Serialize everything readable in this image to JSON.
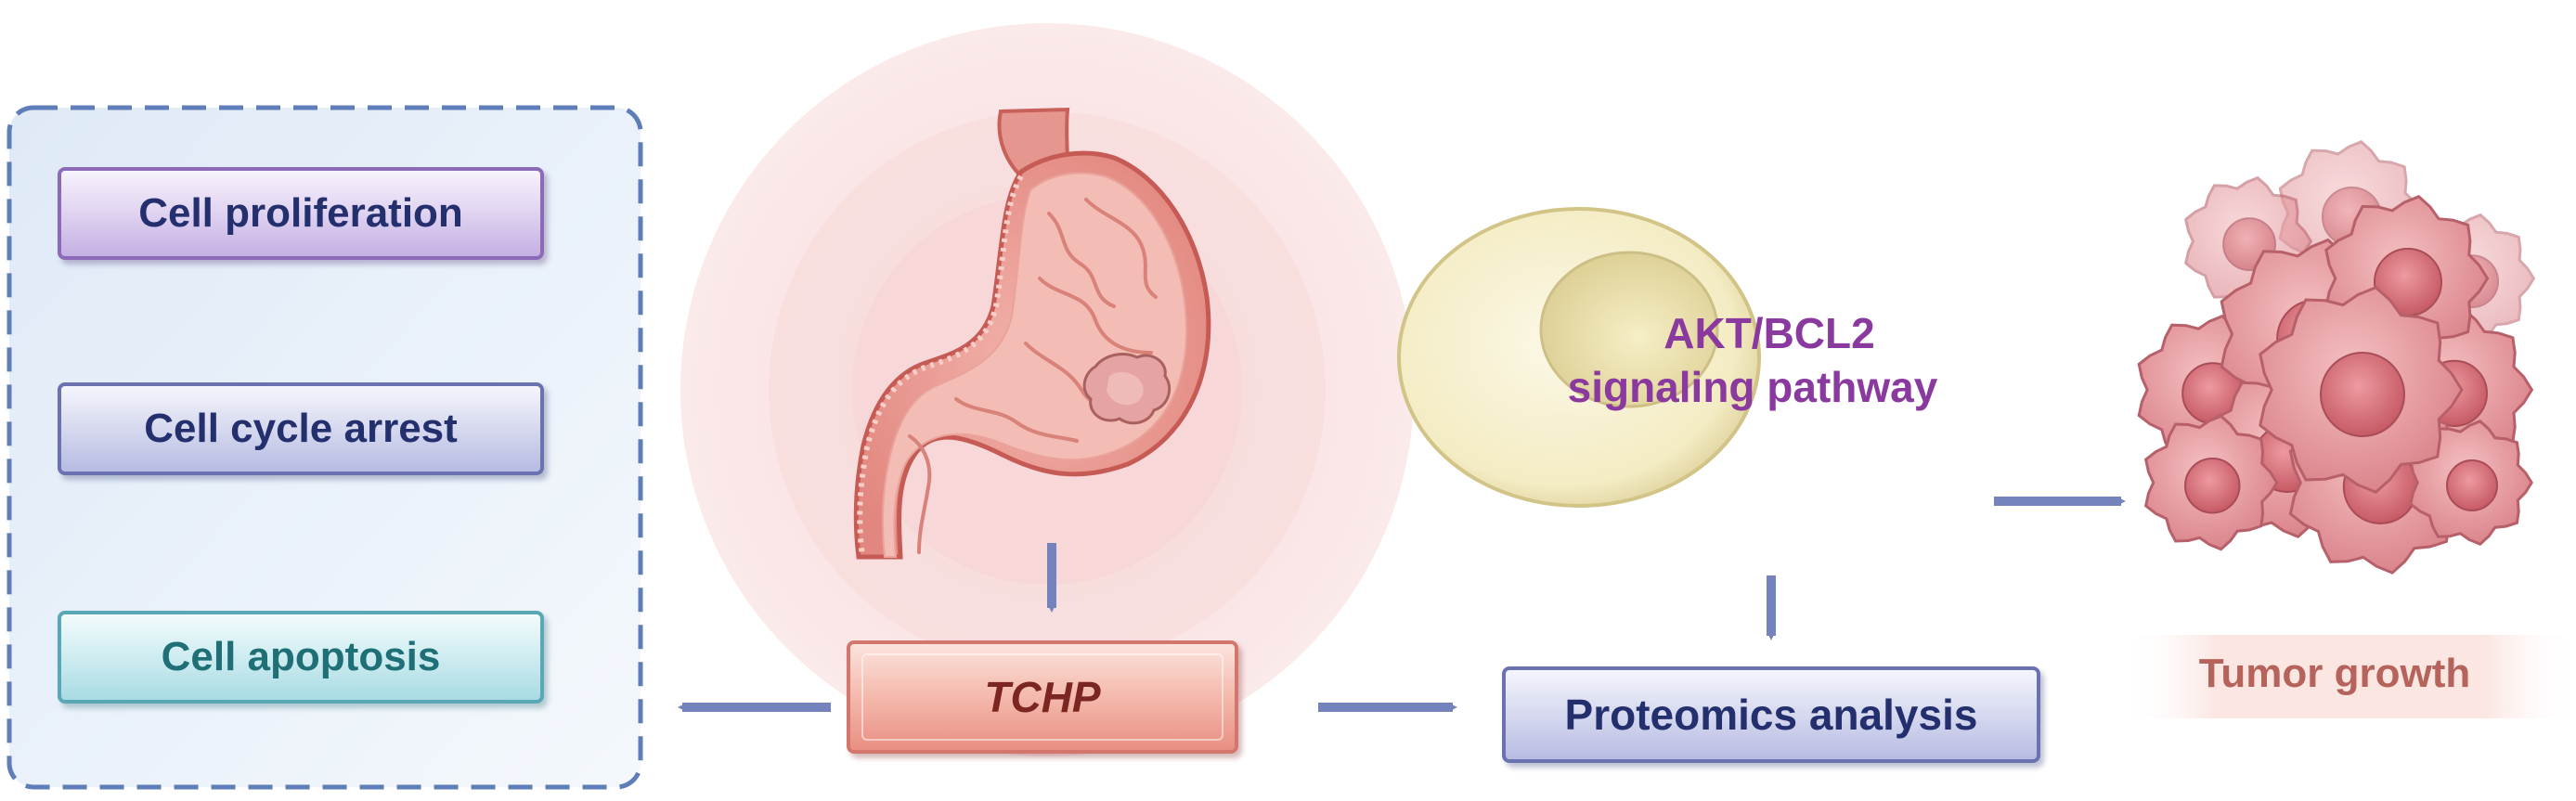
{
  "diagram": {
    "effects": {
      "items": [
        {
          "label": "Cell proliferation"
        },
        {
          "label": "Cell cycle arrest"
        },
        {
          "label": "Cell apoptosis"
        }
      ]
    },
    "drug": {
      "label": "TCHP"
    },
    "analysis": {
      "label": "Proteomics analysis"
    },
    "pathway": {
      "line1": "AKT/BCL2",
      "line2": "signaling pathway"
    },
    "outcome": {
      "label": "Tumor growth"
    }
  },
  "colors": {
    "arrow": "#7583bd",
    "panel_border": "#5f7db8",
    "panel_fill": "#e9f1fa",
    "pathway_text": "#8a3a9e",
    "tumor_text": "#b5635b",
    "cell_body": "#f6f0cf",
    "tumor": "#d9838a"
  },
  "icons": [
    "stomach-illustration",
    "tumor-nodule-icon",
    "tumor-cell-cluster-icon",
    "cell-nucleus-icon"
  ]
}
